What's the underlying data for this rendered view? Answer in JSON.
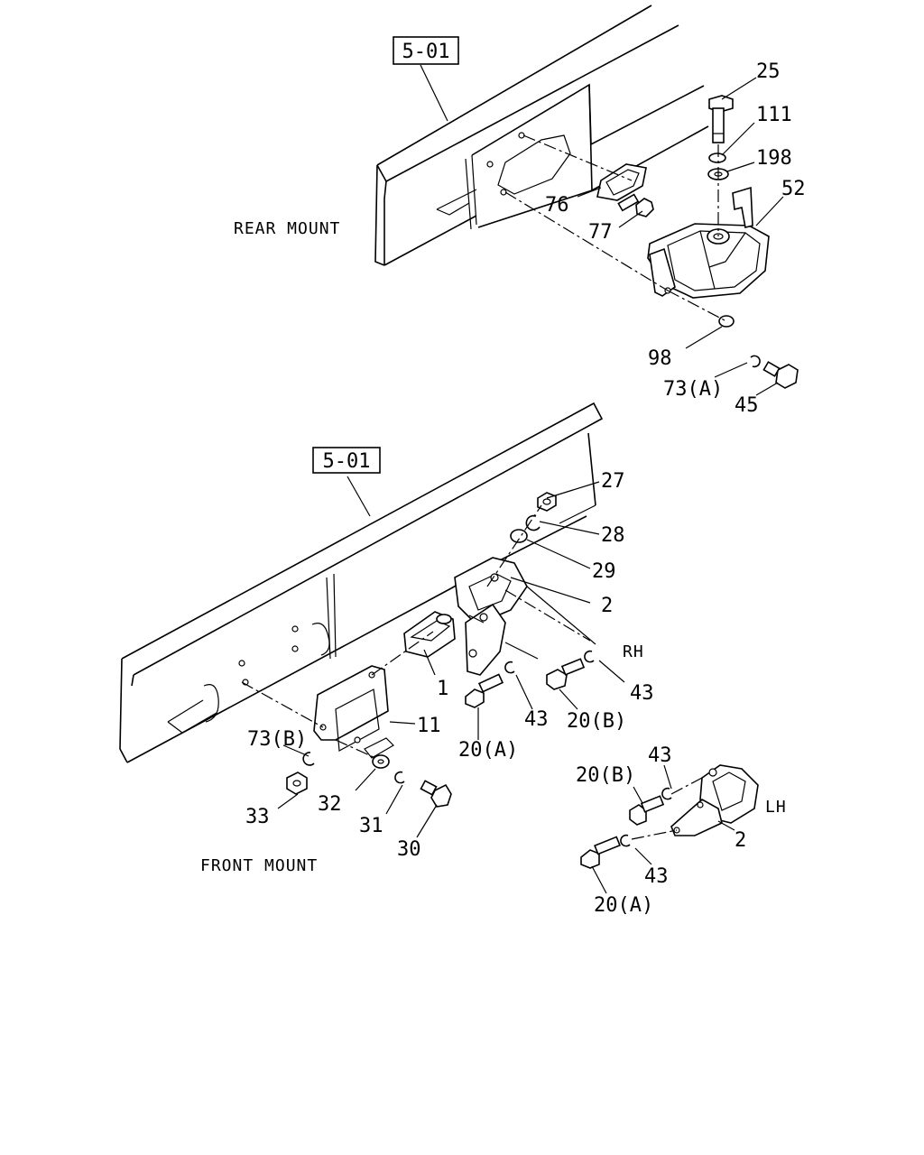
{
  "sections": {
    "rear_mount": "REAR MOUNT",
    "front_mount": "FRONT MOUNT"
  },
  "refs": {
    "rear": "5-01",
    "front": "5-01"
  },
  "sides": {
    "rh": "RH",
    "lh": "LH"
  },
  "callouts": {
    "r25": "25",
    "r111": "111",
    "r198": "198",
    "r52": "52",
    "r76": "76",
    "r77": "77",
    "r98": "98",
    "r73a": "73(A)",
    "r45": "45",
    "f27": "27",
    "f28": "28",
    "f29": "29",
    "f2": "2",
    "f1": "1",
    "f11": "11",
    "f43a": "43",
    "f43b": "43",
    "f20a": "20(A)",
    "f20b": "20(B)",
    "f73b": "73(B)",
    "f33": "33",
    "f32": "32",
    "f31": "31",
    "f30": "30",
    "l43a": "43",
    "l20b": "20(B)",
    "l2": "2",
    "l43b": "43",
    "l20a": "20(A)"
  }
}
